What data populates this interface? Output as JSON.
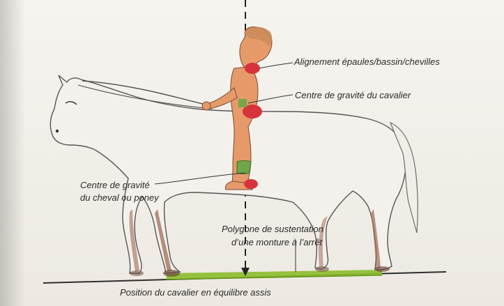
{
  "labels": {
    "alignment": "Alignement épaules/bassin/chevilles",
    "rider_cog": "Centre de gravité du cavalier",
    "horse_cog_line1": "Centre de gravité",
    "horse_cog_line2": "du cheval ou poney",
    "polygon_line1": "Polygone de sustentation",
    "polygon_line2": "d’une monture à l’arrêt",
    "caption": "Position du cavalier en équilibre assis"
  },
  "colors": {
    "paper": "#f3f0ea",
    "ink": "#2a2a2a",
    "rider_skin": "#e69a6a",
    "rider_marker": "#d6343a",
    "saddle_marker": "#6fa64a",
    "support_polygon": "#8bbd2b",
    "horse_leg_shade": "#a06b55"
  }
}
